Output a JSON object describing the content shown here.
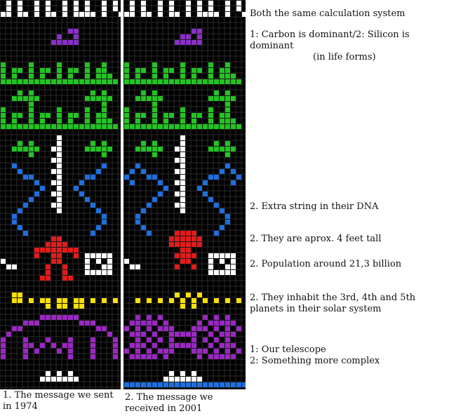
{
  "panels": {
    "left_caption": "1. The message we sent in 1974",
    "right_caption": "2. The message we received in 2001"
  },
  "annotations": {
    "numbers": "Both the same calculation system",
    "elements_line1": "1: Carbon is dominant/2: Silicon is dominant",
    "elements_line2": "(in life forms)",
    "dna": "2. Extra string in their DNA",
    "height": "2. They are aprox. 4 feet tall",
    "population": "2. Population around 21,3 billion",
    "planets": "2. They inhabit the 3rd, 4th and 5th planets in their solar system",
    "telescope_1": "1: Our telescope",
    "telescope_2": "2: Something more complex"
  },
  "colors": {
    "background": "#000000",
    "numbers": "#ffffff",
    "elements": "#8b2fc9",
    "nucleotides": "#22c422",
    "helix": "#1e6fe0",
    "human": "#e41b1b",
    "solar_system": "#ffe000",
    "telescope": "#9b28c4",
    "frame": "#1e6fe0"
  }
}
